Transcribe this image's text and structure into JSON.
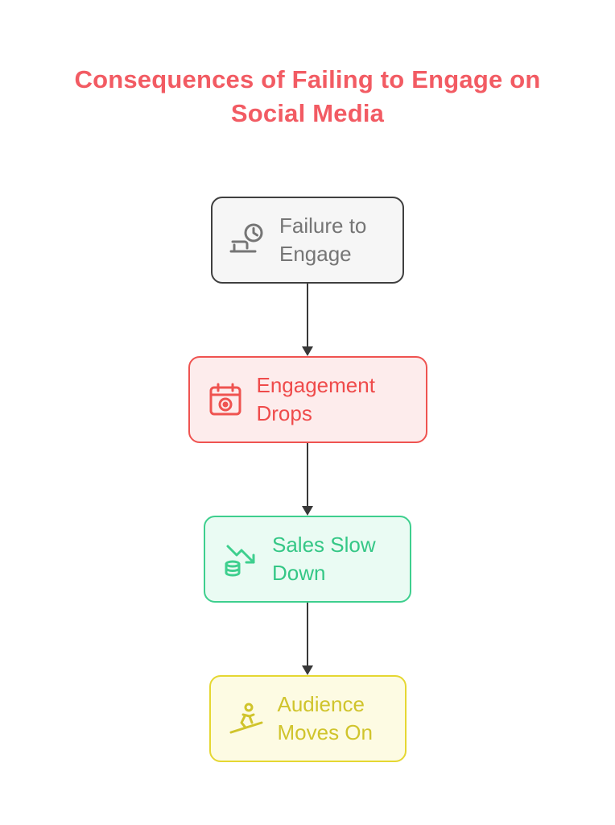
{
  "title": "Consequences of Failing to Engage on Social Media",
  "title_color": "#f25b63",
  "flow": {
    "arrow_color": "#383838",
    "nodes": [
      {
        "id": "failure-to-engage",
        "label": "Failure to Engage",
        "icon": "clock-idle-icon",
        "border_color": "#3f3f3f",
        "background_color": "#f6f6f6",
        "text_color": "#757575"
      },
      {
        "id": "engagement-drops",
        "label": "Engagement Drops",
        "icon": "calendar-icon",
        "border_color": "#ef5350",
        "background_color": "#fdecec",
        "text_color": "#ef4b4b"
      },
      {
        "id": "sales-slow-down",
        "label": "Sales Slow Down",
        "icon": "declining-sales-coins-icon",
        "border_color": "#3ecf8e",
        "background_color": "#eafbf3",
        "text_color": "#35c786"
      },
      {
        "id": "audience-moves-on",
        "label": "Audience Moves On",
        "icon": "person-leaving-icon",
        "border_color": "#e5d732",
        "background_color": "#fdfbe3",
        "text_color": "#d0c42c"
      }
    ]
  }
}
